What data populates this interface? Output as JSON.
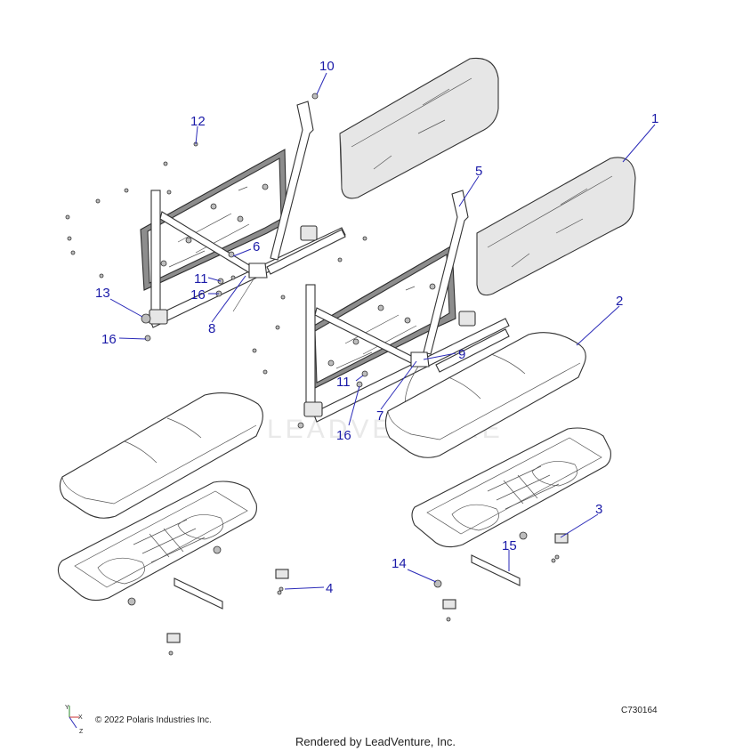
{
  "watermark": "LEADVENTURE",
  "diagram_code": "C730164",
  "copyright": "© 2022 Polaris Industries Inc.",
  "rendered_by": "Rendered by LeadVenture, Inc.",
  "axis_labels": {
    "y": "Y",
    "x": "X",
    "z": "Z"
  },
  "callouts": {
    "c1": "1",
    "c2": "2",
    "c3": "3",
    "c4": "4",
    "c5": "5",
    "c6": "6",
    "c7": "7",
    "c8": "8",
    "c9": "9",
    "c10": "10",
    "c11a": "11",
    "c11b": "11",
    "c12": "12",
    "c13": "13",
    "c14": "14",
    "c15": "15",
    "c16a": "16",
    "c16b": "16",
    "c16c": "16"
  },
  "colors": {
    "callout": "#1a1aa8",
    "line": "#333333",
    "panel": "#8d8d8d"
  }
}
